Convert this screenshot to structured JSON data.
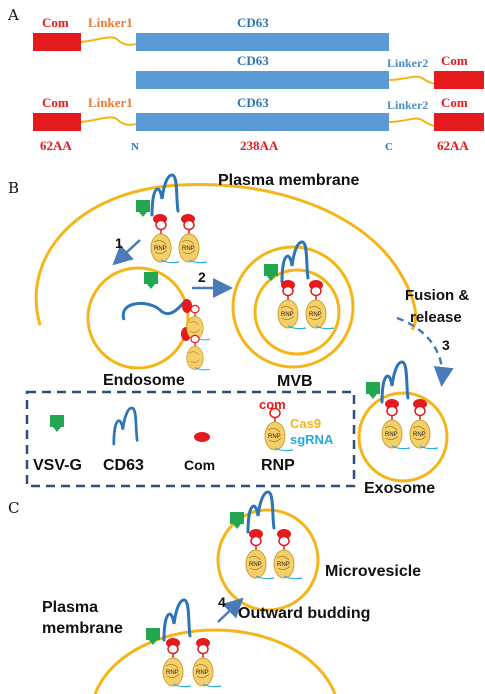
{
  "panels": {
    "a": "A",
    "b": "B",
    "c": "C"
  },
  "panel_a": {
    "row1": {
      "com_left": "Com",
      "linker1": "Linker1",
      "cd63": "CD63"
    },
    "row2": {
      "cd63": "CD63",
      "linker2": "Linker2",
      "com_right": "Com"
    },
    "row3": {
      "com_left": "Com",
      "linker1": "Linker1",
      "cd63": "CD63",
      "linker2": "Linker2",
      "com_right": "Com",
      "aa_left": "62AA",
      "n_term": "N",
      "aa_mid": "238AA",
      "c_term": "C",
      "aa_right": "62AA"
    }
  },
  "panel_b": {
    "plasma_membrane": "Plasma membrane",
    "step1": "1",
    "step2": "2",
    "step3": "3",
    "fusion_release_line1": "Fusion &",
    "fusion_release_line2": "release",
    "endosome": "Endosome",
    "mvb": "MVB",
    "exosome": "Exosome",
    "legend": {
      "vsvg": "VSV-G",
      "cd63": "CD63",
      "com": "Com",
      "rnp": "RNP",
      "rnp_com": "com",
      "rnp_cas9": "Cas9",
      "rnp_sgrna": "sgRNA"
    }
  },
  "panel_c": {
    "microvesicle": "Microvesicle",
    "plasma_membrane_line1": "Plasma",
    "plasma_membrane_line2": "membrane",
    "step4": "4",
    "outward_budding": "Outward budding"
  },
  "rnp_label": "RNP",
  "colors": {
    "com_red": "#e41a1c",
    "cd63_blue": "#5b9bd5",
    "linker_orange": "#ed7d31",
    "linker2_blue": "#4a8fc9",
    "membrane_yellow": "#f5b518",
    "vsvg_green": "#22a651",
    "rnp_fill": "#f7cf68",
    "sgrna_blue": "#29a9e0",
    "arrow_blue": "#4a7ab8",
    "legend_border": "#2f4f7a"
  }
}
